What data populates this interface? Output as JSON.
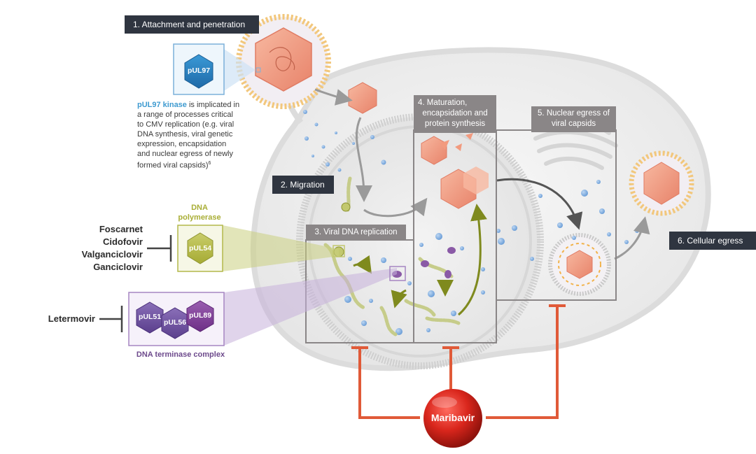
{
  "steps": {
    "s1": "1. Attachment and penetration",
    "s2": "2. Migration",
    "s3": "3. Viral DNA replication",
    "s4": [
      "4. Maturation,",
      "encapsidation and",
      "protein synthesis"
    ],
    "s5": [
      "5. Nuclear egress of",
      "viral capsids"
    ],
    "s6": "6. Cellular egress"
  },
  "pUL97": {
    "badge": "pUL97",
    "kinase": "pUL97 kinase",
    "desc_1": " is implicated in",
    "desc_lines": [
      "a range of processes critical",
      "to CMV replication (e.g. viral",
      "DNA synthesis, viral genetic",
      "expression, encapsidation",
      "and nuclear egress of newly"
    ],
    "desc_last": "formed viral capsids)",
    "footnote": "6"
  },
  "dna_polymerase": {
    "caption": [
      "DNA",
      "polymerase"
    ],
    "badge": "pUL54",
    "drugs": [
      "Foscarnet",
      "Cidofovir",
      "Valganciclovir",
      "Ganciclovir"
    ]
  },
  "terminase": {
    "caption": "DNA terminase complex",
    "badges": [
      "pUL51",
      "pUL56",
      "pUL89"
    ],
    "drug": "Letermovir"
  },
  "maribavir": "Maribavir",
  "colors": {
    "dark_label": "#2f3540",
    "grey_label": "#8a8687",
    "kinase_blue": "#3f9bd0",
    "polymerase_green": "#a9ae36",
    "terminase_purple": "#6d4a8c",
    "maribavir_red": "#d9261c",
    "inhibitor_line": "#e05a38"
  }
}
